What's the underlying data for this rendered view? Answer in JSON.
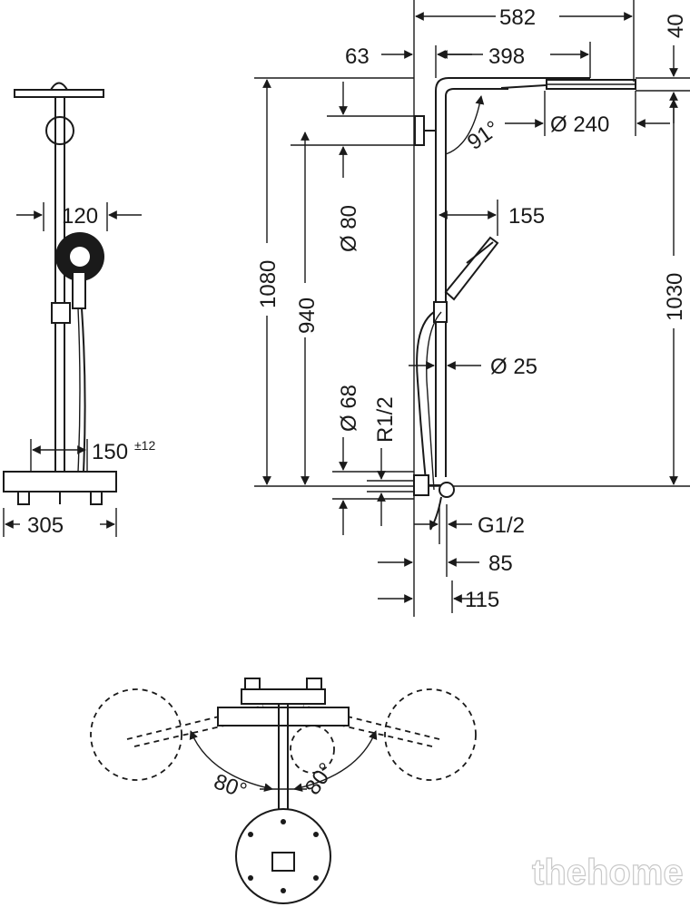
{
  "dimensions": {
    "d582": "582",
    "d40": "40",
    "d63": "63",
    "d398": "398",
    "d240": "Ø 240",
    "d91": "91°",
    "d80": "Ø 80",
    "d155": "155",
    "d1080": "1080",
    "d940": "940",
    "d1030": "1030",
    "d25": "Ø 25",
    "d68": "Ø 68",
    "dR12": "R1/2",
    "dG12": "G1/2",
    "d85": "85",
    "d115": "115",
    "d120": "120",
    "d150": "150",
    "d150tol": "±12",
    "d305": "305",
    "angleLeft": "80°",
    "angleRight": "80°"
  },
  "watermark": "thehome"
}
